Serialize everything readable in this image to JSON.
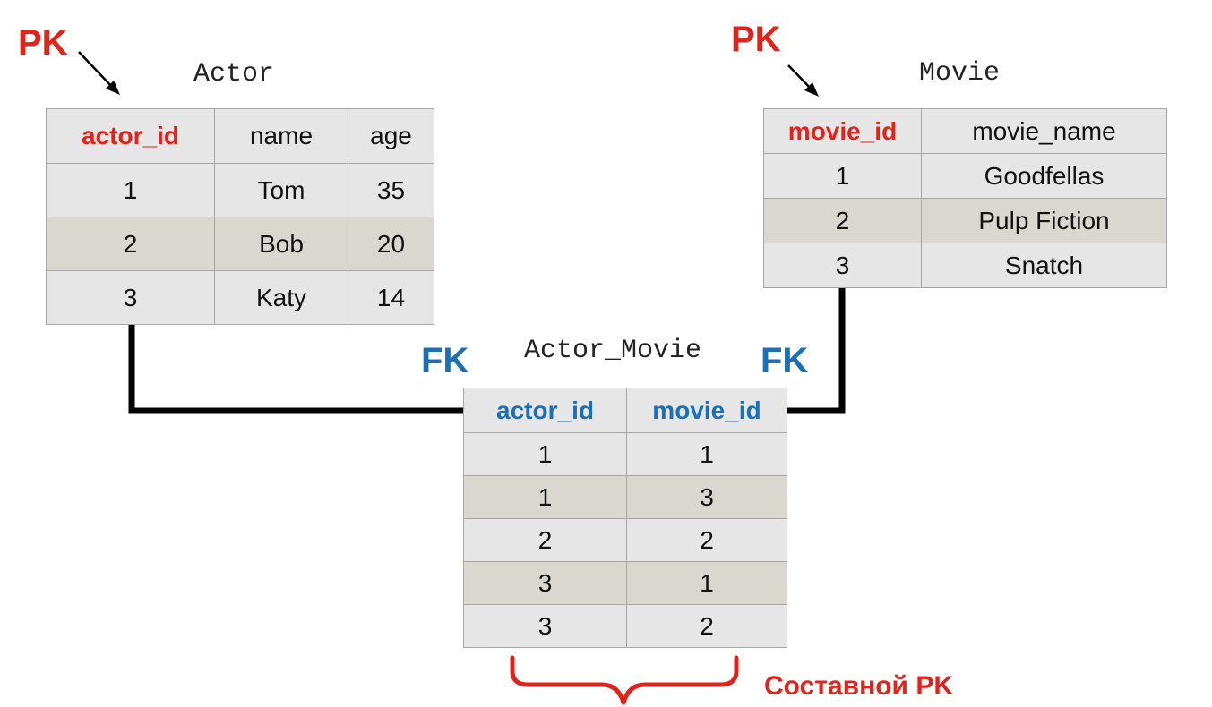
{
  "labels": {
    "pk": "PK",
    "fk": "FK",
    "composite_pk": "Составной PK"
  },
  "colors": {
    "pk": "#e0231b",
    "fk": "#1a6fb5",
    "connector": "#000000",
    "row_dark": "#d9d7d0",
    "row_light": "#e6e6e6"
  },
  "actor_table": {
    "title": "Actor",
    "headers": [
      "actor_id",
      "name",
      "age"
    ],
    "rows": [
      [
        "1",
        "Tom",
        "35"
      ],
      [
        "2",
        "Bob",
        "20"
      ],
      [
        "3",
        "Katy",
        "14"
      ]
    ]
  },
  "movie_table": {
    "title": "Movie",
    "headers": [
      "movie_id",
      "movie_name"
    ],
    "rows": [
      [
        "1",
        "Goodfellas"
      ],
      [
        "2",
        "Pulp Fiction"
      ],
      [
        "3",
        "Snatch"
      ]
    ]
  },
  "actor_movie_table": {
    "title": "Actor_Movie",
    "headers": [
      "actor_id",
      "movie_id"
    ],
    "rows": [
      [
        "1",
        "1"
      ],
      [
        "1",
        "3"
      ],
      [
        "2",
        "2"
      ],
      [
        "3",
        "1"
      ],
      [
        "3",
        "2"
      ]
    ]
  }
}
